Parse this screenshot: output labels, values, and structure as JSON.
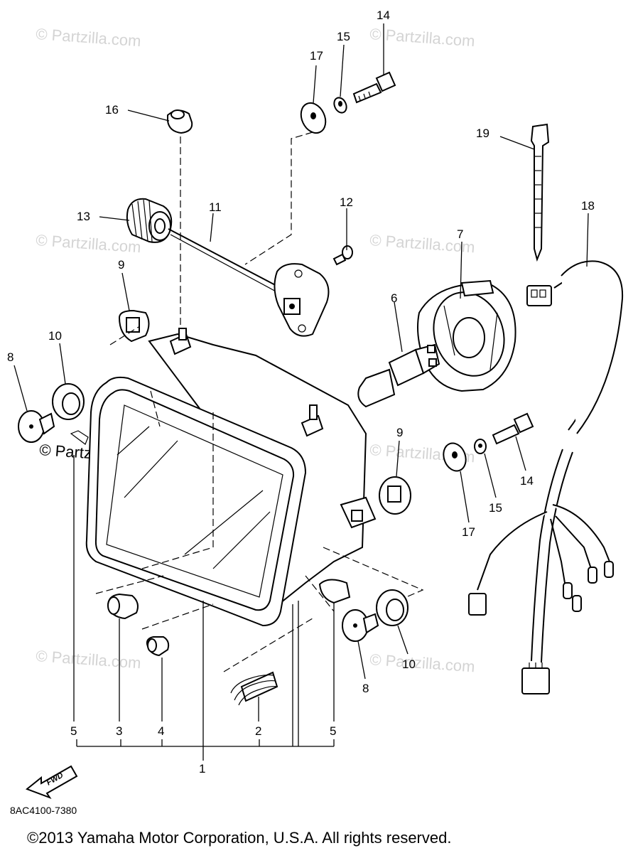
{
  "diagram": {
    "callouts": [
      "1",
      "2",
      "3",
      "4",
      "5",
      "6",
      "7",
      "8",
      "9",
      "10",
      "11",
      "12",
      "13",
      "14",
      "15",
      "16",
      "17",
      "18",
      "19"
    ],
    "watermark": "© Partzilla.com",
    "fwd_label": "FWD",
    "diagram_code": "8AC4100-7380",
    "copyright": "©2013 Yamaha Motor Corporation, U.S.A. All rights reserved."
  }
}
